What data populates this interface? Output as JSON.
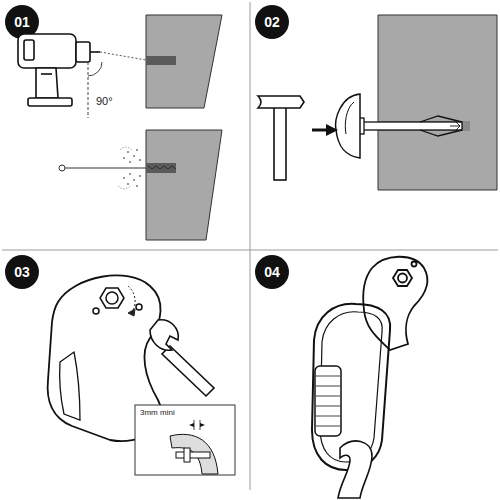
{
  "diagram": {
    "labels": [
      "01",
      "02",
      "03",
      "04",
      "90°",
      "3mm mini"
    ]
  }
}
